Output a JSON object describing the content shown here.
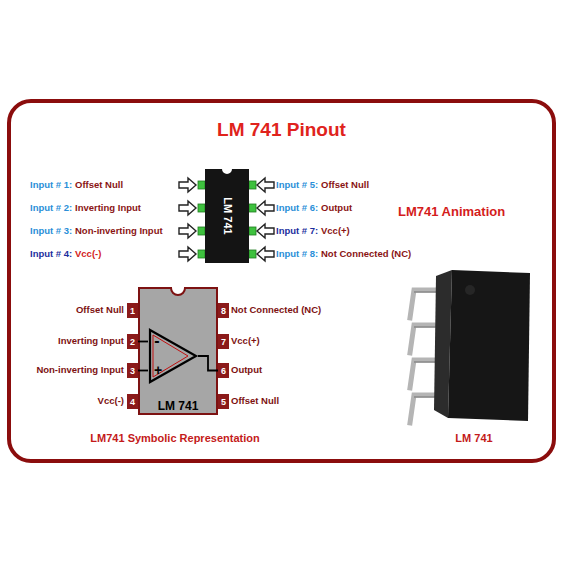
{
  "diagram": {
    "title": "LM 741 Pinout",
    "nodes": [
      {
        "text": [
          "LM 741"
        ]
      },
      {
        "text": [
          "LM 741"
        ]
      },
      {
        "text": [
          "-",
          "+"
        ],
        "in": 1
      },
      {
        "text": [
          "1"
        ]
      },
      {
        "text": [
          "2"
        ]
      },
      {
        "text": [
          "3"
        ]
      },
      {
        "text": [
          "4"
        ]
      },
      {
        "text": [
          "5"
        ]
      },
      {
        "text": [
          "6"
        ]
      },
      {
        "text": [
          "7"
        ]
      },
      {
        "text": [
          "8"
        ]
      }
    ],
    "edges": [
      {
        "from": 4,
        "to": 2,
        "arrow": "none"
      },
      {
        "from": 5,
        "to": 2,
        "arrow": "none"
      },
      {
        "from": 2,
        "to": 8,
        "arrow": "none"
      }
    ],
    "labels": [
      "Input # 1:",
      "Offset Null",
      "Input # 5:",
      "Offset Null",
      "Input # 2:",
      "Inverting Input",
      "Input # 6:",
      "Output",
      "LM741 Animation",
      "Input # 3:",
      "Non-inverting Input",
      "Input # 7:",
      "Vcc(+)",
      "Input # 4:",
      "Vcc(-)",
      "Input # 8:",
      "Not Connected (NC)",
      "Offset Null",
      "Not Connected (NC)",
      "Inverting Input",
      "Vcc(+)",
      "Non-inverting Input",
      "Output",
      "Vcc(-)",
      "Offset Null",
      "LM741 Symbolic Representation",
      "LM 741"
    ]
  }
}
